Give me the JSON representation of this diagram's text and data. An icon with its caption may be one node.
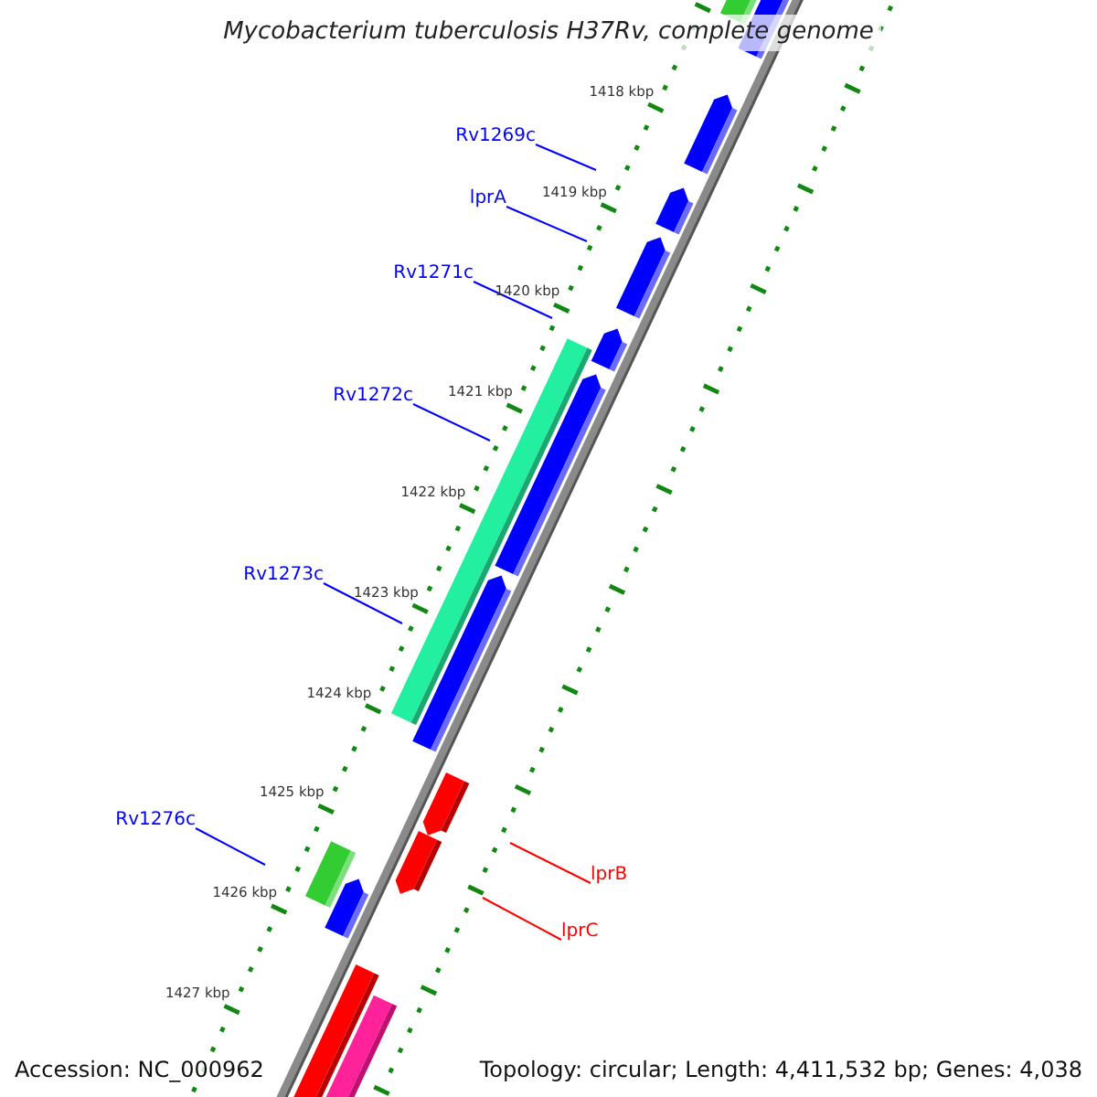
{
  "diagram": {
    "title": "Mycobacterium tuberculosis H37Rv, complete genome",
    "nodes": [
      {
        "text": [
          "Rv1269c"
        ]
      },
      {
        "text": [
          "lprA"
        ]
      },
      {
        "text": [
          "Rv1271c"
        ]
      },
      {
        "text": [
          "Rv1272c"
        ]
      },
      {
        "text": [
          "Rv1273c"
        ]
      },
      {
        "text": [
          "Rv1276c"
        ]
      },
      {
        "text": [
          "lprB"
        ]
      },
      {
        "text": [
          "lprC"
        ]
      }
    ],
    "edges": [
      {
        "from": 0,
        "to": null,
        "arrow": "none"
      },
      {
        "from": 1,
        "to": null,
        "arrow": "none"
      },
      {
        "from": 2,
        "to": null,
        "arrow": "none"
      },
      {
        "from": 3,
        "to": null,
        "arrow": "none"
      },
      {
        "from": 4,
        "to": null,
        "arrow": "none"
      },
      {
        "from": 5,
        "to": null,
        "arrow": "none"
      },
      {
        "from": 6,
        "to": null,
        "arrow": "none",
        "color": "#ff0000"
      },
      {
        "from": 7,
        "to": null,
        "arrow": "none",
        "color": "#ff0000"
      }
    ],
    "labels": [
      "1418 kbp",
      "1419 kbp",
      "1420 kbp",
      "1421 kbp",
      "1422 kbp",
      "1423 kbp",
      "1424 kbp",
      "1425 kbp",
      "1426 kbp",
      "1427 kbp",
      "Accession: NC_000962",
      "Topology: circular; Length: 4,411,532 bp; Genes: 4,038"
    ]
  }
}
